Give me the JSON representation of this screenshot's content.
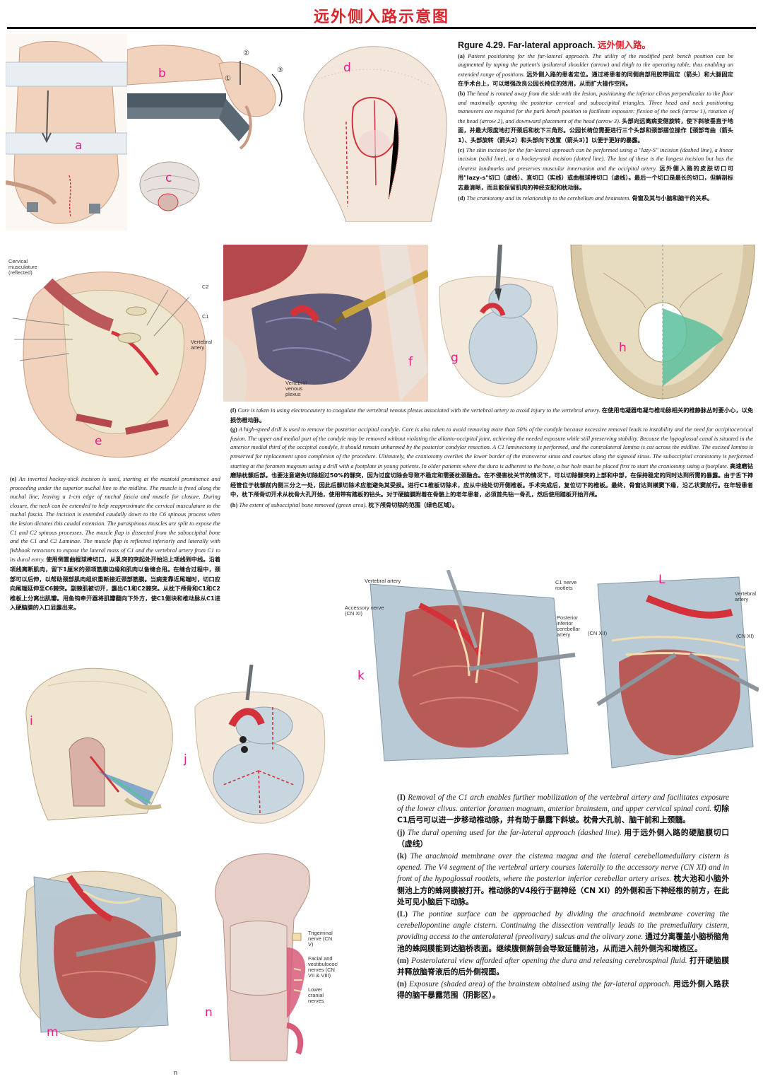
{
  "title": "远外侧入路示意图",
  "labels": {
    "a": "a",
    "b": "b",
    "c": "c",
    "d": "d",
    "e": "e",
    "f": "f",
    "g": "g",
    "h": "h",
    "i": "i",
    "j": "j",
    "k": "k",
    "L": "L",
    "m": "m",
    "n": "n",
    "arrow1": "①",
    "arrow2": "②",
    "arrow3": "③"
  },
  "annotations": {
    "cervical_musculature": "Cervical musculature (reflected)",
    "c2": "C2",
    "c1": "C1",
    "vertebral_artery_e": "Vertebral artery",
    "vertebral_venous_plexus": "Vertebral venous plexus",
    "vertebral_artery_k": "Vertebral artery",
    "accessory_nerve": "Accessory nerve (CN XI)",
    "c1_nerve_rootlets": "C1 nerve rootlets",
    "pica": "Posterior inferior cerebellar artery",
    "vertebral_artery_l": "Vertebral artery",
    "cn_xii": "(CN XII)",
    "cn_xi": "(CN XI)",
    "trigeminal": "Trigeminal nerve (CN V)",
    "facial": "Facial and vestibulocochlear nerves (CN VII & VIII)",
    "lower_cranial": "Lower cranial nerves"
  },
  "caption_top": {
    "title_en": "Rgure 4.29. Far-lateral approach.",
    "title_zh": "远外侧入路。",
    "a_tag": "(a)",
    "a_en": "Patient positioning for the far-lateral approach. The utility of the modified park bench position can be augmented by taping the patient's ipsilateral shoulder (arrow) and thigh to the operating table, thus enabling an extended range of positions.",
    "a_zh": "远外侧入路的患者定位。通过将患者的同侧肩部用胶带固定（箭头）和大腿固定在手术台上，可以增强改良公园长椅位的效用，从而扩大操作空间。",
    "b_tag": "(b)",
    "b_en": "The head is rotated away from the side with the lesion, positioning the inferior clivus perpendicular to the floor and maximally opening the posterior cervical and suboccipital triangles. Three head and neck positioning maneuvers are required for the park bench position to facilitate exposure: flexion of the neck (arrow 1), rotation of the head (arrow 2), and downward placement of the head (arrow 3).",
    "b_zh": "头部向远离病变侧旋转，使下斜坡垂直于地面，并最大限度地打开颈后和枕下三角形。公园长椅位需要进行三个头部和颈部摆位操作【颈部弯曲（箭头1）、头部旋转（箭头2）和头部向下放置（箭头3）】以便于更好的暴露。",
    "c_tag": "(c)",
    "c_en": "The skin incision for the far-lateral approach can be performed using a \"lazy-S\" incision (dashed line), a linear incision (solid line), or a hockey-stick incision (dotted line). The last of these is the longest incision but has the clearest landmarks and preserves muscular innervation and the occipital artery.",
    "c_zh": "远外侧入路的皮肤切口可用\"lazy-s\"切口（虚线）、直切口（实线）或曲棍球棒切口（虚线）。最后一个切口是最长的切口，但解剖标志最清晰，而且能保留肌肉的神经支配和枕动脉。",
    "d_tag": "(d)",
    "d_en": "The craniotomy and its relationship to the cerebellum and brainstem.",
    "d_zh": "骨窗及其与小脑和脑干的关系。"
  },
  "caption_e": {
    "tag": "(e)",
    "en": "An inverted hockey-stick incision is used, starting at the mastoid prominence and proceeding under the superior nuchal line to the midline. The muscle is freed along the nuchal line, leaving a 1-cm edge of nuchal fascia and muscle for closure. During closure, the neck can be extended to help reapproximate the cervical musculature to the nuchal fascia. The incision is extended caudally down to the C6 spinous process when the lesion dictates this caudal extension. The paraspinous muscles are split to expose the C1 and C2 spinous processes. The muscle flap is dissected from the suboccipital bone and the C1 and C2 Laminae. The muscle flap is reflected inferiorly and laterally with fishhook retractors to expose the lateral mass of C1 and the vertebral artery from C1 to its dural entry.",
    "zh": "使用倒置曲棍球棒切口，从乳突的突起处开始沿上项线到中线。沿着项线离断肌肉，留下1厘米的颈项筋膜边缘和肌肉以备缝合用。在缝合过程中，颈部可以后伸，以帮助颈部肌肉组织重新接近颈部筋膜。当病变靠近尾端时，切口应向尾端延伸至C6棘突。副棘肌被切开，露出C1和C2棘突。从枕下颅骨和C1和C2椎板上分离出肌瓣。用鱼钩牵开器将肌瓣翻向下外方，使C1侧块和椎动脉从C1进入硬脑膜的入口显露出来。"
  },
  "caption_fgh": {
    "f_tag": "(f)",
    "f_en": "Care is taken in using electrocautery to coagulate the vertebral venous plexus associated with the vertebral artery to avoid injury to the vertebral artery.",
    "f_zh": "在使用电凝器电凝与椎动脉相关的椎静脉丛时要小心，以免损伤椎动脉。",
    "g_tag": "(g)",
    "g_en": "A high-speed drill is used to remove the posterior occipital condyle. Care is also taken to avoid removing more than 50% of the condyle because excessive removal leads to instability and the need for occipitocervical fusion. The upper and medial part of the condyle may be removed without violating the allanto-occipital joint, achieving the needed exposure while still preserving stability. Because the hypoglossal canal is situated in the anterior medial third of the occipital condyle, it should remain unharmed by the posterior condylar resection. A C1 laminectomy is performed, and the contralateral lamina is cut across the midline. The excised lamina is preserved for replacement upon completion of the procedure. Ultimately, the craniotomy overlies the lower border of the transverse sinus and courses along the sigmoid sinus. The suboccipital craniotomy is performed starting at the foramen magnum using a drill with a footplate in young patients. In older patients where the dura is adherent to the bone, a bur hole must be placed first to start the craniotomy using a footplate.",
    "g_zh": "高速磨钻磨除枕髁后部。也要注意避免切除超过50%的髁突，因为过度切除会导致不稳定和需要枕颈融合。在不侵害枕关节的情况下，可以切除髁突的上部和中部，在保持稳定的同时达到所需的暴露。由于舌下神经管位于枕髁前内侧三分之一处，因此后髁切除术应能避免其受损。进行C1椎板切除术，应从中线处切开侧椎板。手术完成后，复位切下的椎板。最终，骨窗达到横窦下缘，沿乙状窦前行。在年轻患者中，枕下颅骨切开术从枕骨大孔开始，使用带有踏板的钻头。对于硬脑膜附着在骨骼上的老年患者，必须首先钻一骨孔，然后使用踏板开始开颅。",
    "h_tag": "(h)",
    "h_en": "The extent of suboccipital bone removed (green area).",
    "h_zh": "枕下颅骨切除的范围（绿色区域）。"
  },
  "caption_bottom": {
    "i_tag": "(I)",
    "i_en": "Removal of the C1 arch enables further mobilization of the vertebral artery and facilitates exposure of the lower clivus. anterior foramen magnum, anterior brainstem, and upper cervical spinal cord.",
    "i_zh": "切除C1后弓可以进一步移动椎动脉，并有助于暴露下斜坡。枕骨大孔前、脑干前和上颈髓。",
    "j_tag": "(j)",
    "j_en": "The dural opening used for the far-lateral approach (dashed line).",
    "j_zh": "用于远外侧入路的硬脑膜切口（虚线）",
    "k_tag": "(k)",
    "k_en": "The arachnoid membrane over the cistema magna and the lateral cerebellomedullary cistern is opened. The V4 segment of the vertebral artery courses laterally to the accessory nerve (CN XI) and in front of the hypoglossal rootlets, where the posterior inferior cerebellar artery arises.",
    "k_zh": "枕大池和小脑外侧池上方的蛛网膜被打开。椎动脉的V4段行于副神经（CN XI）的外侧和舌下神经根的前方，在此处可见小脑后下动脉。",
    "l_tag": "(L)",
    "l_en": "The pontine surface can be approached by dividing the arachnoid membrane covering the cerebellopontine angle cistern. Continuing the dissection ventrally leads to the premedullary cistern, providing access to the anterolateral (preolivary) sulcus and the olivary zone.",
    "l_zh": "通过分离覆盖小脑桥脑角池的蛛网膜能到达脑桥表面。继续腹侧解剖会导致延髓前池，从而进入前外侧沟和橄榄区。",
    "m_tag": "(m)",
    "m_en": "Posterolateral view afforded after opening the dura and releasing cerebrospinal fluid.",
    "m_zh": "打开硬脑膜并释放脑脊液后的后外侧视图。",
    "n_tag": "(n)",
    "n_en": "Exposure (shaded area) of the brainstem obtained using the far-lateral approach.",
    "n_zh": "用远外侧入路获得的脑干暴露范围（阴影区）。"
  },
  "page_number": "n",
  "colors": {
    "title_red": "#d9262c",
    "label_pink": "#e0218a",
    "skin": "#f1d2bd",
    "bone": "#efe6cf",
    "dura": "#b9cbd6",
    "artery": "#d3323b",
    "muscle": "#b5484c",
    "green_area": "#5bbf9c"
  }
}
